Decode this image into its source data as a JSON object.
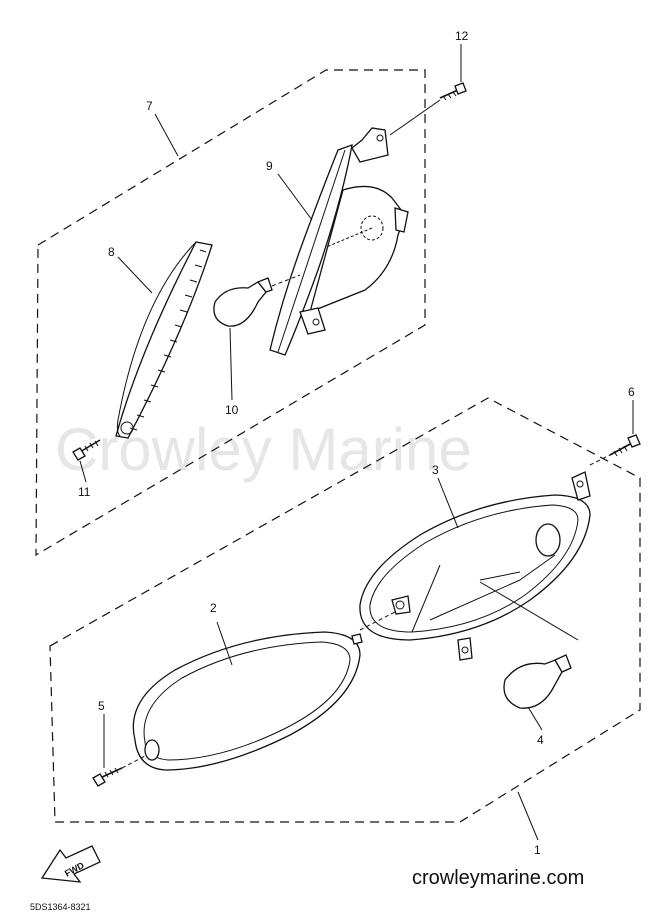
{
  "watermark": "Crowley Marine",
  "site": "crowleymarine.com",
  "diagram_code": "5DS1364-8321",
  "fwd_label": "FWD",
  "callouts": {
    "c1": "1",
    "c2": "2",
    "c3": "3",
    "c4": "4",
    "c5": "5",
    "c6": "6",
    "c7": "7",
    "c8": "8",
    "c9": "9",
    "c10": "10",
    "c11": "11",
    "c12": "12"
  }
}
